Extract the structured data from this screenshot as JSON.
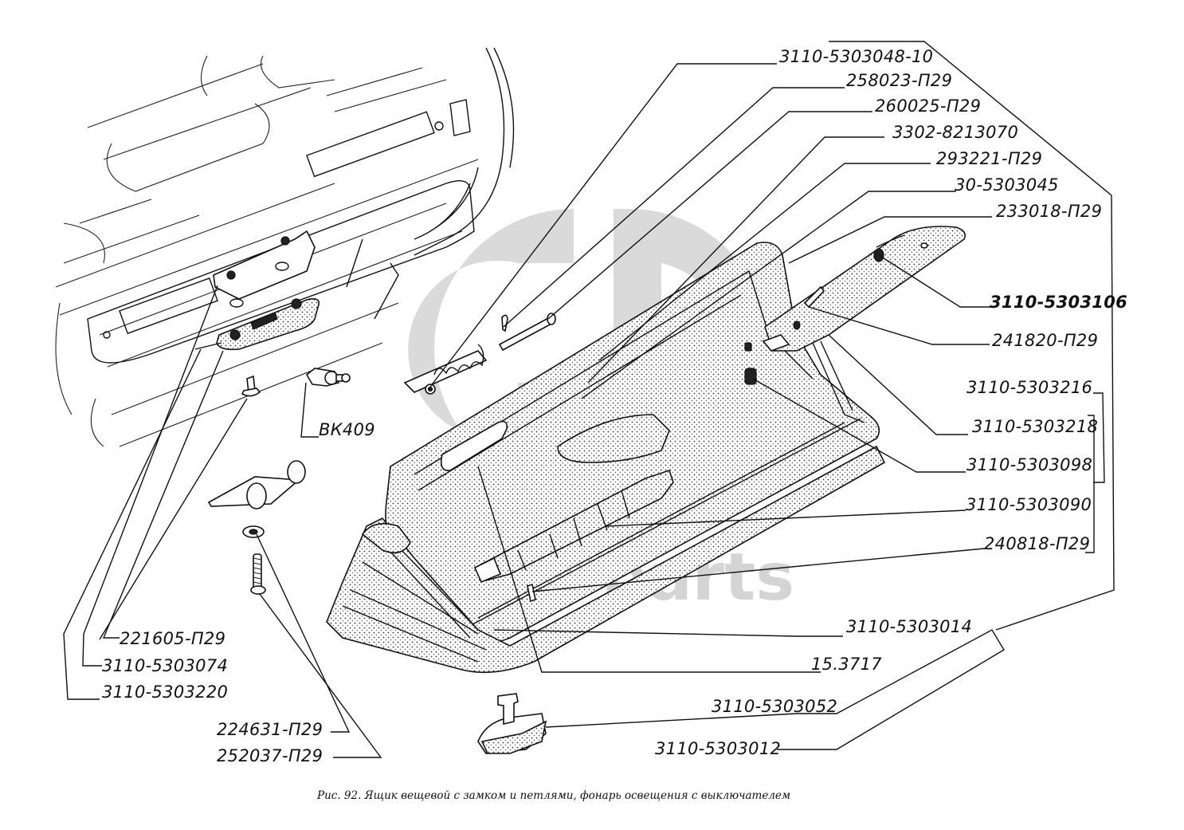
{
  "figure": {
    "caption": "Рис. 92. Ящик вещевой с замком и петлями, фонарь освещения с выключателем",
    "watermark": {
      "logo": "GD",
      "text": "data-parts"
    }
  },
  "labels": {
    "right": [
      "3110-5303048-10",
      "258023-П29",
      "260025-П29",
      "3302-8213070",
      "293221-П29",
      "30-5303045",
      "233018-П29",
      "3110-5303106",
      "241820-П29",
      "3110-5303216",
      "3110-5303218",
      "3110-5303098",
      "3110-5303090",
      "240818-П29",
      "3110-5303014",
      "15.3717",
      "3110-5303052",
      "3110-5303012"
    ],
    "left": [
      "ВК409",
      "221605-П29",
      "3110-5303074",
      "3110-5303220",
      "224631-П29",
      "252037-П29"
    ]
  }
}
